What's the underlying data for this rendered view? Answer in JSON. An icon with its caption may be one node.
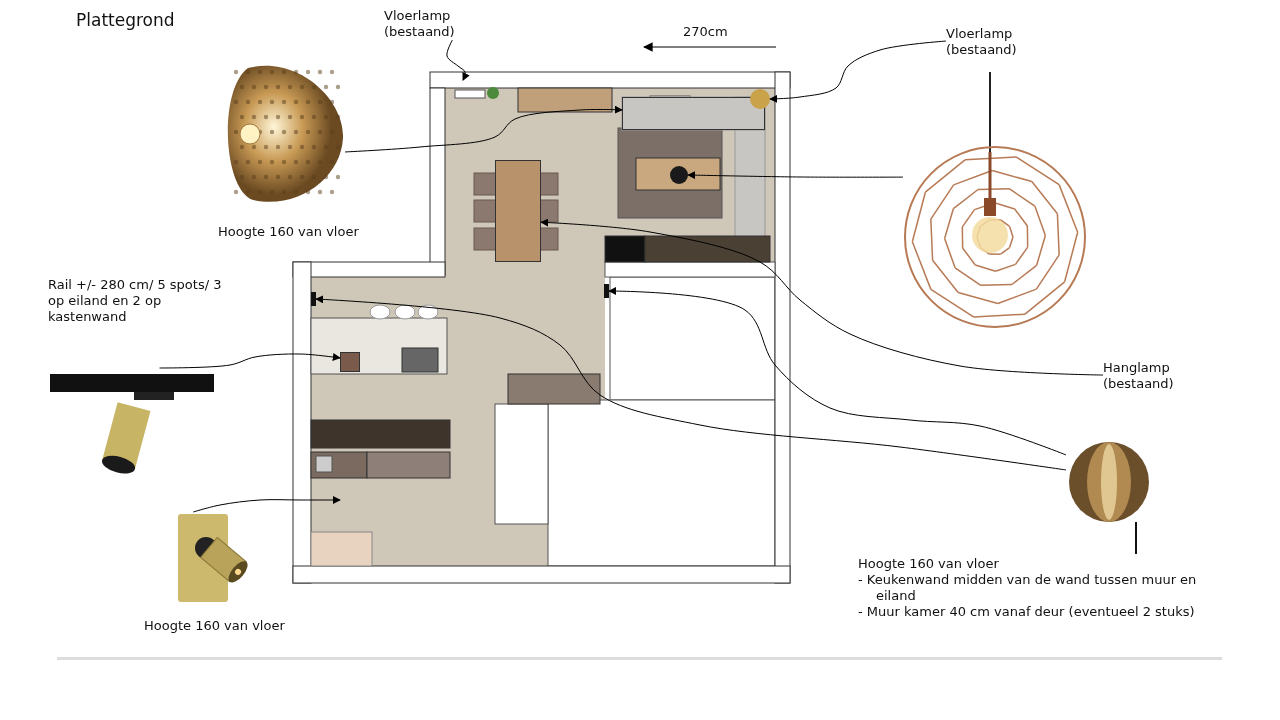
{
  "diagram": {
    "title": "Plattegrond",
    "nodes": [
      {
        "text": [],
        "shape": "picture"
      },
      {
        "text": [],
        "shape": "picture",
        "beside": [
          "Hoogte 160 van vloer"
        ]
      },
      {
        "text": [
          "Vloerlamp (bestaand)"
        ]
      },
      {
        "text": [
          "Vloerlamp (bestaand)"
        ]
      },
      {
        "text": [],
        "shape": "picture"
      },
      {
        "text": [
          "Hanglamp (bestaand)"
        ]
      },
      {
        "text": [],
        "shape": "picture"
      },
      {
        "text": [],
        "shape": "picture",
        "beside": [
          "Hoogte 160 van vloer"
        ]
      },
      {
        "text": [],
        "shape": "picture",
        "beside": [
          "Hoogte 160 van vloer",
          "- Keukenwand midden van de wand tussen muur en eiland",
          "- Muur kamer 40 cm vanaf deur (eventueel 2 stuks)"
        ]
      },
      {
        "text": [],
        "shape": "box",
        "in": 0
      },
      {
        "text": [],
        "shape": "circle",
        "in": 0
      },
      {
        "text": [],
        "shape": "circle",
        "in": 0
      },
      {
        "text": [],
        "shape": "box",
        "in": 0
      },
      {
        "text": [],
        "shape": "box",
        "in": 0
      },
      {
        "text": [],
        "shape": "bar",
        "in": 0
      },
      {
        "text": [],
        "shape": "bar",
        "in": 0
      }
    ],
    "edges": [
      {
        "from": 2,
        "to": 0,
        "arrow": "to"
      },
      {
        "from": 1,
        "to": 9,
        "arrow": "to"
      },
      {
        "from": 3,
        "to": 10,
        "arrow": "to"
      },
      {
        "from": 4,
        "to": 11,
        "arrow": "to"
      },
      {
        "from": 5,
        "to": 12,
        "arrow": "to"
      },
      {
        "from": 6,
        "to": 13,
        "arrow": "to"
      },
      {
        "from": 8,
        "to": 14,
        "arrow": "to"
      },
      {
        "from": 8,
        "to": 15,
        "arrow": "to"
      },
      {
        "from": 7,
        "to": 0,
        "arrow": "to"
      }
    ],
    "labels": [
      "Rail +/- 280 cm/ 5 spots/ 3 op eiland en 2 op kastenwand",
      "270cm"
    ]
  }
}
